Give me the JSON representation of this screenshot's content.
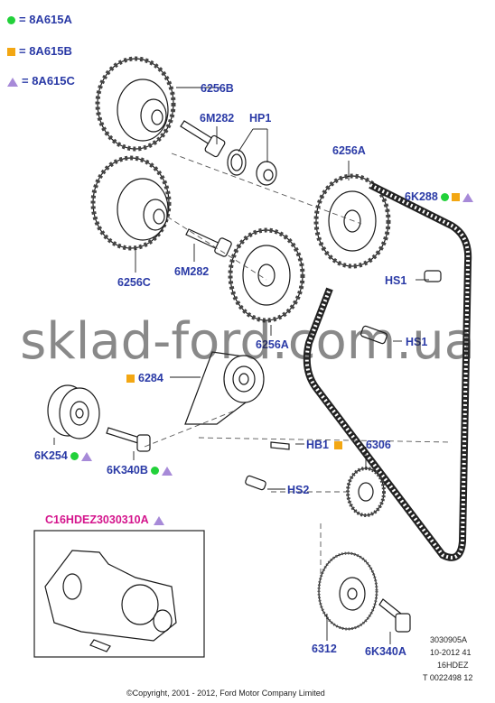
{
  "legend": [
    {
      "symbol": "green-dot",
      "text": "= 8A615A",
      "color": "#22d13a"
    },
    {
      "symbol": "orange-square",
      "text": "= 8A615B",
      "color": "#f3a713"
    },
    {
      "symbol": "purple-triangle",
      "text": "= 8A615C",
      "color": "#a78ad8"
    }
  ],
  "labels": {
    "l6256b": "6256B",
    "l6m282_top": "6M282",
    "hp1": "HP1",
    "l6256a_top": "6256A",
    "l6k288": "6K288",
    "l6256c": "6256C",
    "l6m282_bottom": "6M282",
    "hs1_top": "HS1",
    "hs1_mid": "HS1",
    "l6256a_mid": "6256A",
    "l6284": "6284",
    "l6k254": "6K254",
    "l6k340b": "6K340B",
    "hb1": "HB1",
    "l6306": "6306",
    "hs2": "HS2",
    "c16": "C16HDEZ3030310A",
    "l6312": "6312",
    "l6k340a": "6K340A"
  },
  "reference": {
    "line1": "3030905A",
    "line2": "10-2012 41",
    "line3": "16HDEZ",
    "line4": "T 0022498 12"
  },
  "copyright": "©Copyright, 2001 - 2012, Ford Motor Company Limited",
  "watermark": "sklad-ford.com.ua",
  "colors": {
    "label_blue": "#2a3aa6",
    "label_pink": "#d4148c",
    "green": "#22d13a",
    "orange": "#f3a713",
    "purple": "#a78ad8"
  }
}
